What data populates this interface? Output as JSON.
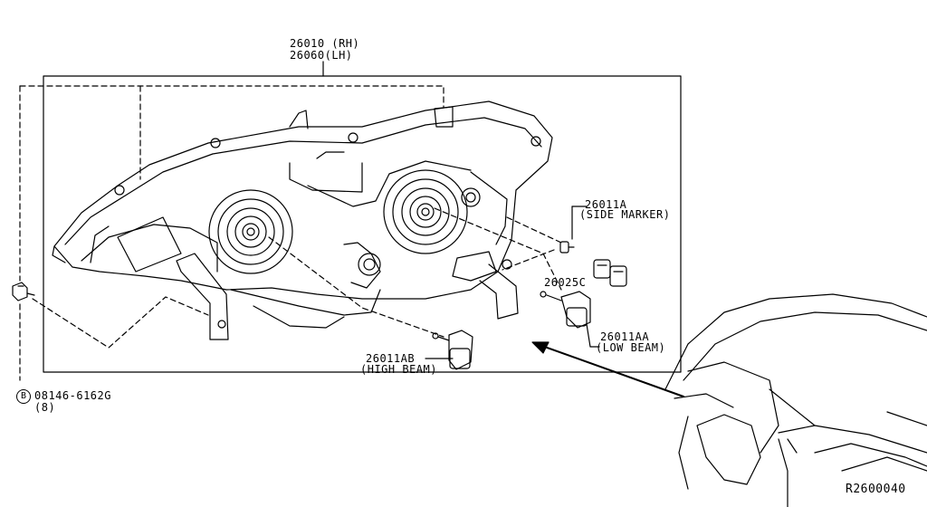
{
  "diagram": {
    "assembly": {
      "part_rh": "26010 (RH)",
      "part_lh": "26060(LH)"
    },
    "side_marker": {
      "part": "26011A",
      "desc": "(SIDE MARKER)"
    },
    "socket": {
      "part": "26025C"
    },
    "low_beam": {
      "part": "26011AA",
      "desc": "(LOW BEAM)"
    },
    "high_beam": {
      "part": "26011AB",
      "desc": "(HIGH BEAM)"
    },
    "bolt": {
      "symbol": "B",
      "part": "08146-6162G",
      "qty": "(8)"
    },
    "drawing_id": "R2600040"
  },
  "icons": [
    "headlamp-assembly-drawing",
    "bulb-drawing",
    "socket-drawing",
    "bolt-drawing",
    "vehicle-front-drawing"
  ]
}
